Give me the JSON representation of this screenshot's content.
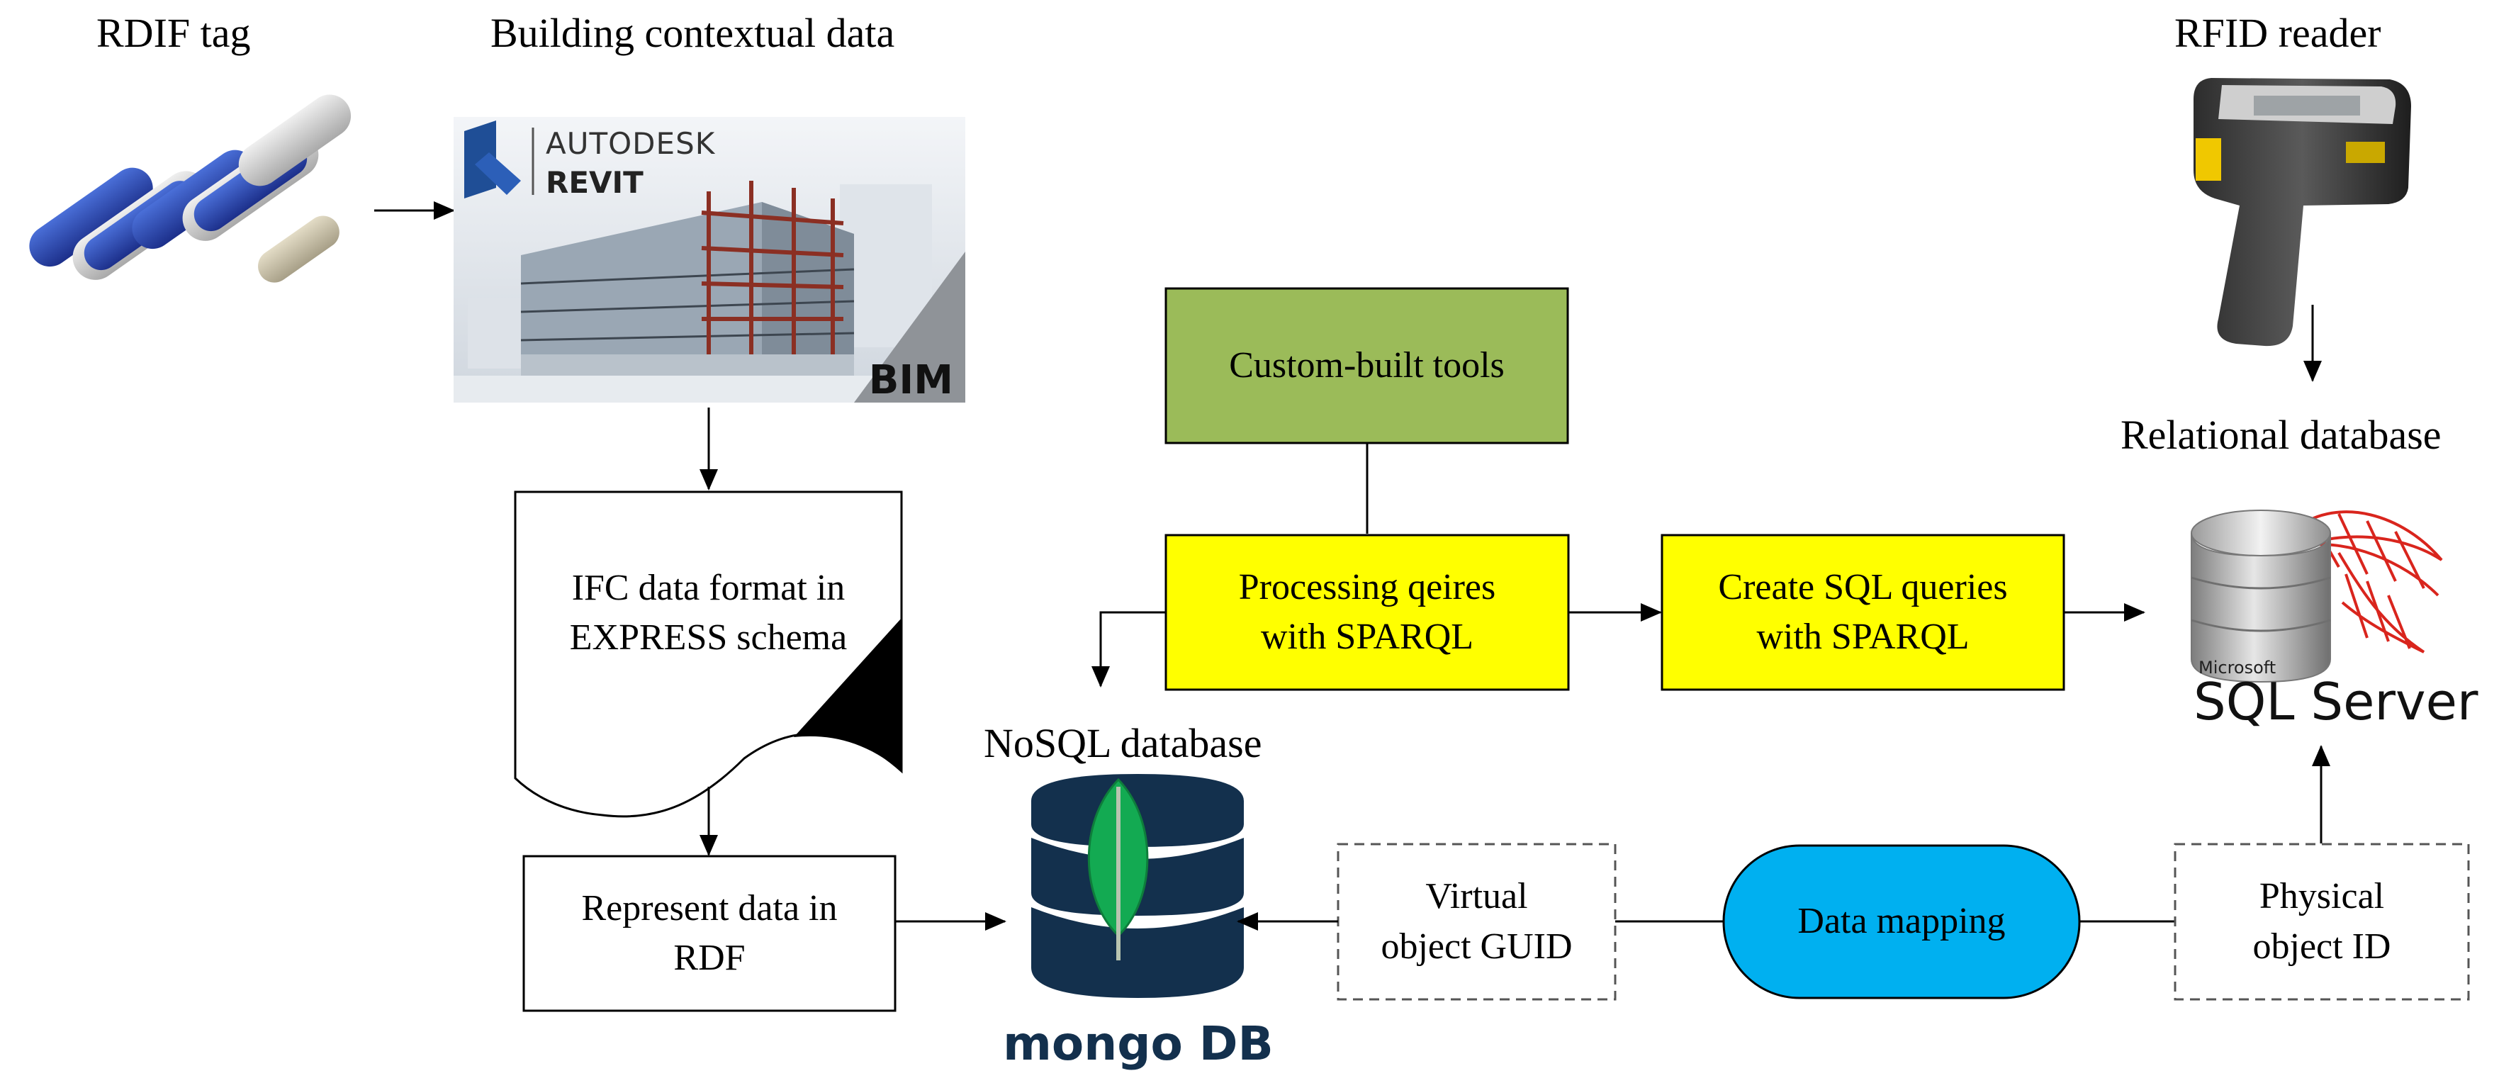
{
  "labels": {
    "rfid_tag": "RDIF tag",
    "building_data": "Building contextual data",
    "rfid_reader": "RFID reader",
    "relational_db": "Relational database",
    "nosql_db": "NoSQL database"
  },
  "revit_logo": {
    "brand": "AUTODESK",
    "product": "REVIT",
    "badge": "BIM"
  },
  "sqlserver_logo": {
    "vendor": "Microsoft",
    "product": "SQL Server"
  },
  "mongodb_logo": {
    "wordmark": "mongo DB"
  },
  "nodes": {
    "custom_tools": "Custom-built tools",
    "processing_queries": "Processing qeires\nwith SPARQL",
    "create_sql": "Create SQL queries\nwith SPARQL",
    "ifc_document": "IFC data format in\nEXPRESS schema",
    "represent_rdf": "Represent data in\nRDF",
    "virtual_guid": "Virtual\nobject GUID",
    "data_mapping": "Data mapping",
    "physical_id": "Physical\nobject ID"
  },
  "colors": {
    "custom_tools_fill": "#9bbb59",
    "query_fill": "#ffff00",
    "data_mapping_fill": "#00b0f0",
    "mongo_navy": "#13304d",
    "mongo_green": "#13aa52",
    "sql_red": "#d9251d",
    "revit_blue": "#1f4e96"
  }
}
